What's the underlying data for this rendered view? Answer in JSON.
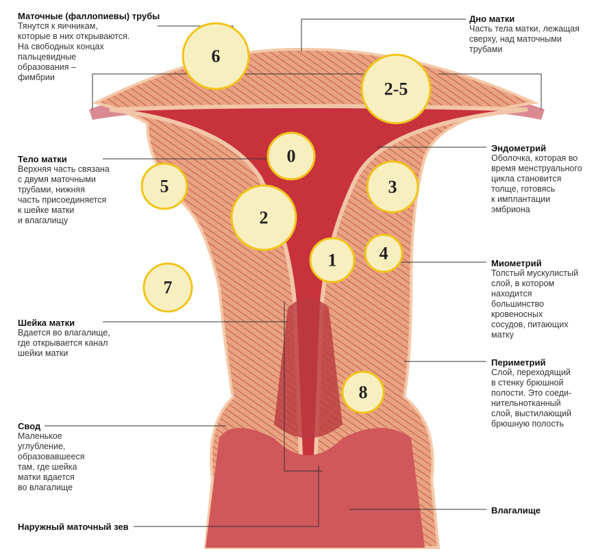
{
  "labels": {
    "tubes": {
      "title": "Маточные (фаллопиевы) трубы",
      "text": "Тянутся к яичникам,\nкоторые в них открываются.\nНа свободных концах\nпальцевидные\nобразования –\nфимбрии"
    },
    "fundus": {
      "title": "Дно матки",
      "text": "Часть тела матки, лежащая\nсверху, над маточными\nтрубами"
    },
    "body": {
      "title": "Тело матки",
      "text": "Верхняя часть связана\nс двумя маточными\nтрубами, нижняя\nчасть присоединяется\nк шейке матки\nи влагалищу"
    },
    "endometrium": {
      "title": "Эндометрий",
      "text": "Оболочка, которая во\nвремя менструального\nцикла становится\nтолще, готовясь\nк имплантации\nэмбриона"
    },
    "myometrium": {
      "title": "Миометрий",
      "text": "Толстый мускулистый\nслой, в котором\nнаходится\nбольшинство\nкровеносных\nсосудов, питающих\nматку"
    },
    "cervix": {
      "title": "Шейка матки",
      "text": "Вдается во влагалище,\nгде открывается канал\nшейки матки"
    },
    "perimetrium": {
      "title": "Периметрий",
      "text": "Слой, переходящий\nв стенку брюшной\nполости. Это соеди-\nнительнотканный\nслой, выстилающий\nбрюшную полость"
    },
    "fornix": {
      "title": "Свод",
      "text": "Маленькое\nуглубление,\nобразовавшееся\nтам, где шейка\nматки вдается\nво влагалище"
    },
    "vagina": {
      "title": "Влагалище"
    },
    "os": {
      "title": "Наружный маточный зев"
    }
  },
  "markers": [
    "6",
    "2-5",
    "0",
    "5",
    "3",
    "2",
    "1",
    "4",
    "7",
    "8"
  ],
  "colors": {
    "marker_fill": "#f7efc0",
    "marker_stroke": "#f0c419",
    "tissue": "#e79a7a",
    "cavity": "#c8323c"
  }
}
